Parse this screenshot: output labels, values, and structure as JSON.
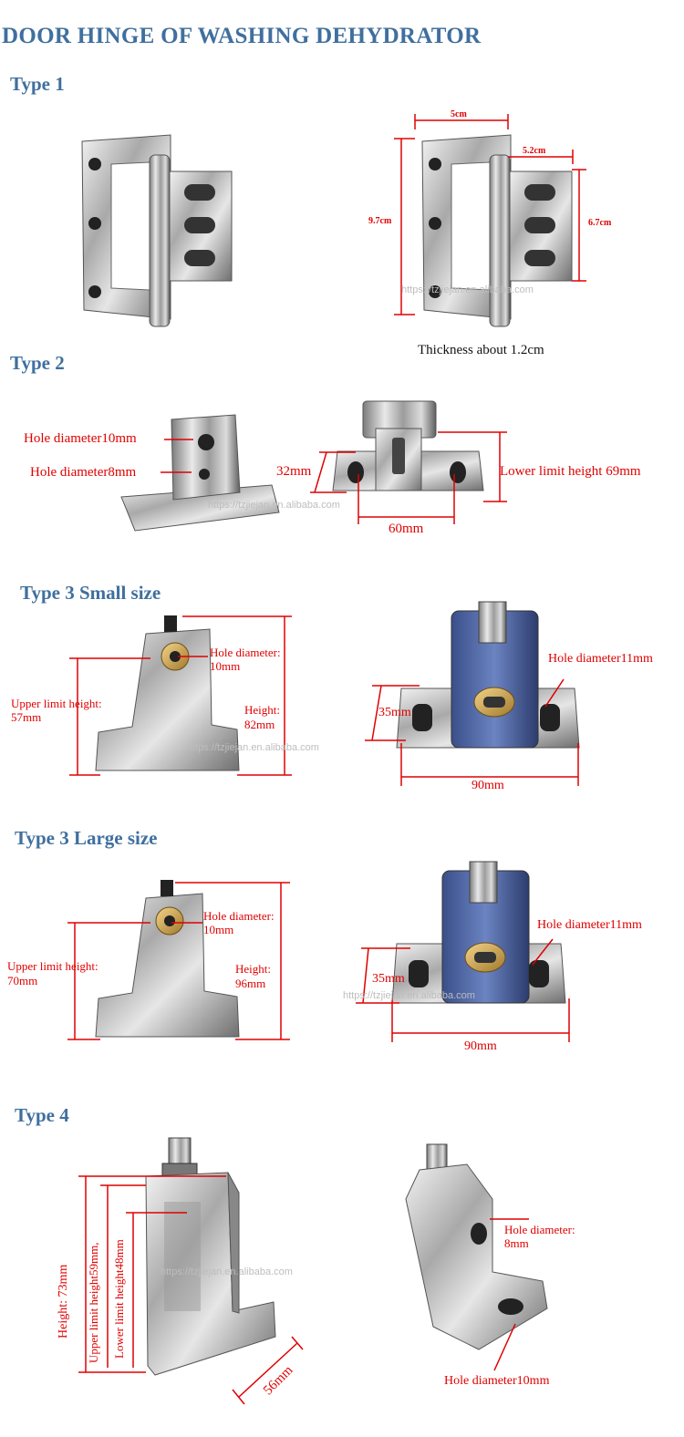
{
  "title": "DOOR HINGE OF WASHING DEHYDRATOR",
  "watermark": "https://tzjiejan.en.alibaba.com",
  "colors": {
    "heading": "#3f6f9e",
    "dimension": "#e00000"
  },
  "type1": {
    "heading": "Type 1",
    "dims": {
      "width_top": "5cm",
      "leaf_width": "5.2cm",
      "height_left": "9.7cm",
      "height_right": "6.7cm"
    },
    "note": "Thickness about 1.2cm"
  },
  "type2": {
    "heading": "Type 2",
    "hole1": "Hole diameter10mm",
    "hole2": "Hole diameter8mm",
    "height": "32mm",
    "width": "60mm",
    "lower_limit": "Lower limit height 69mm"
  },
  "type3_small": {
    "heading": "Type 3 Small size",
    "hole_diameter_a": "Hole diameter:",
    "hole_diameter_a_val": "10mm",
    "upper_limit": "Upper limit height:",
    "upper_limit_val": "57mm",
    "height": "Height:",
    "height_val": "82mm",
    "height2": "35mm",
    "hole_diameter_b": "Hole diameter11mm",
    "width": "90mm"
  },
  "type3_large": {
    "heading": "Type 3 Large size",
    "hole_diameter_a": "Hole diameter:",
    "hole_diameter_a_val": "10mm",
    "upper_limit": "Upper limit height:",
    "upper_limit_val": "70mm",
    "height": "Height:",
    "height_val": "96mm",
    "height2": "35mm",
    "hole_diameter_b": "Hole diameter11mm",
    "width": "90mm"
  },
  "type4": {
    "heading": "Type 4",
    "height": "Height: 73mm",
    "upper_limit": "Upper limit height59mm,",
    "lower_limit": "Lower limit height48mm",
    "depth": "56mm",
    "hole_top": "Hole diameter:",
    "hole_top_val": "8mm",
    "hole_bottom": "Hole diameter10mm"
  }
}
